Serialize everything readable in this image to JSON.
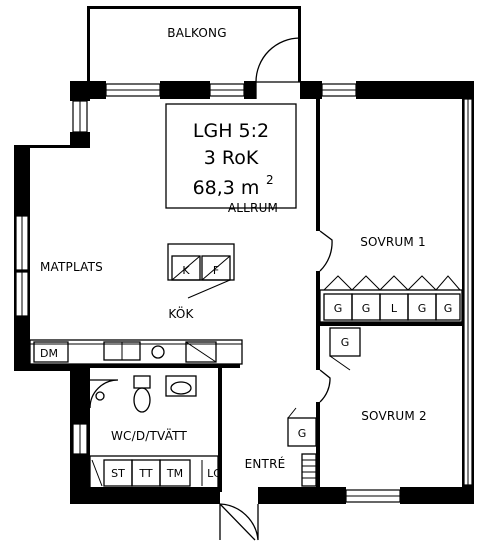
{
  "apartment": {
    "id": "LGH 5:2",
    "rooms": "3 RoK",
    "area": "68,3 m",
    "area_sup": "2"
  },
  "rooms": {
    "balkong": "BALKONG",
    "allrum": "ALLRUM",
    "matplats": "MATPLATS",
    "kok": "KÖK",
    "sovrum1": "SOVRUM 1",
    "sovrum2": "SOVRUM 2",
    "entre": "ENTRÉ",
    "wc": "WC/D/TVÄTT"
  },
  "fixtures": {
    "k": "K",
    "f": "F",
    "dm": "DM",
    "wardrobes1": [
      "G",
      "G",
      "L",
      "G",
      "G"
    ],
    "wardrobe2": "G",
    "wardrobe_hall": "G",
    "laundry": [
      "ST",
      "TT",
      "TM"
    ],
    "lc": "LC"
  }
}
